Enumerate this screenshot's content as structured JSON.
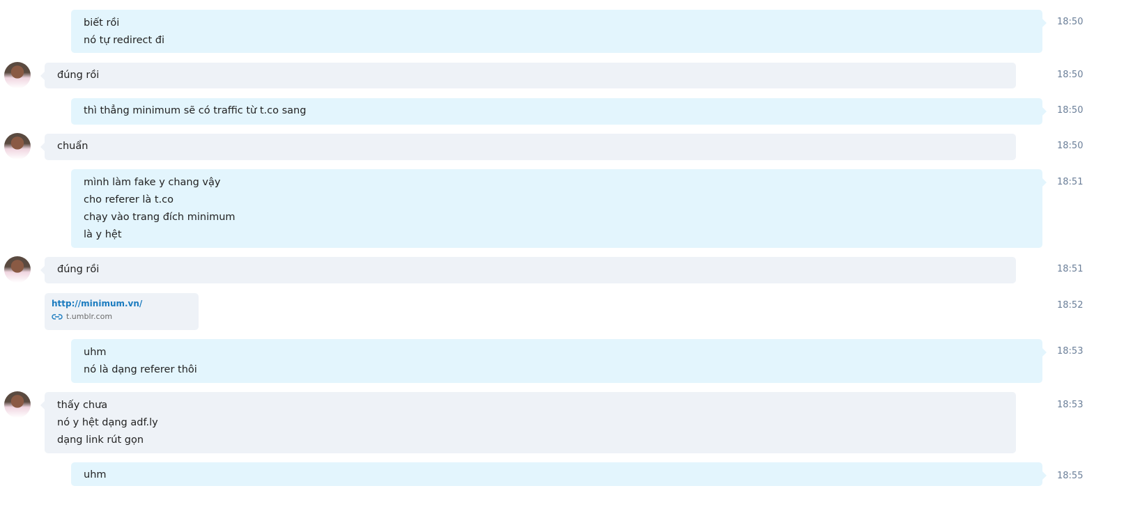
{
  "messages": [
    {
      "dir": "out",
      "lines": [
        "biết rồi",
        "nó tự redirect đi"
      ],
      "time": "18:50"
    },
    {
      "dir": "in",
      "lines": [
        "đúng rồi"
      ],
      "time": "18:50"
    },
    {
      "dir": "out",
      "lines": [
        "thì thẳng minimum sẽ có traffic từ t.co sang"
      ],
      "time": "18:50"
    },
    {
      "dir": "in",
      "lines": [
        "chuẩn"
      ],
      "time": "18:50"
    },
    {
      "dir": "out",
      "lines": [
        "mình làm fake y chang vậy",
        "cho referer là t.co",
        "chạy vào trang đích minimum",
        "là y hệt"
      ],
      "time": "18:51"
    },
    {
      "dir": "in",
      "lines": [
        "đúng rồi"
      ],
      "time": "18:51"
    },
    {
      "dir": "link",
      "url": "http://minimum.vn/",
      "source": "t.umblr.com",
      "time": "18:52"
    },
    {
      "dir": "out",
      "lines": [
        "uhm",
        "nó là dạng referer thôi"
      ],
      "time": "18:53"
    },
    {
      "dir": "in",
      "lines": [
        "thấy chưa",
        "nó y hệt dạng adf.ly",
        "dạng link rút gọn"
      ],
      "time": "18:53"
    },
    {
      "dir": "out",
      "lines": [
        "uhm"
      ],
      "time": "18:55"
    }
  ]
}
